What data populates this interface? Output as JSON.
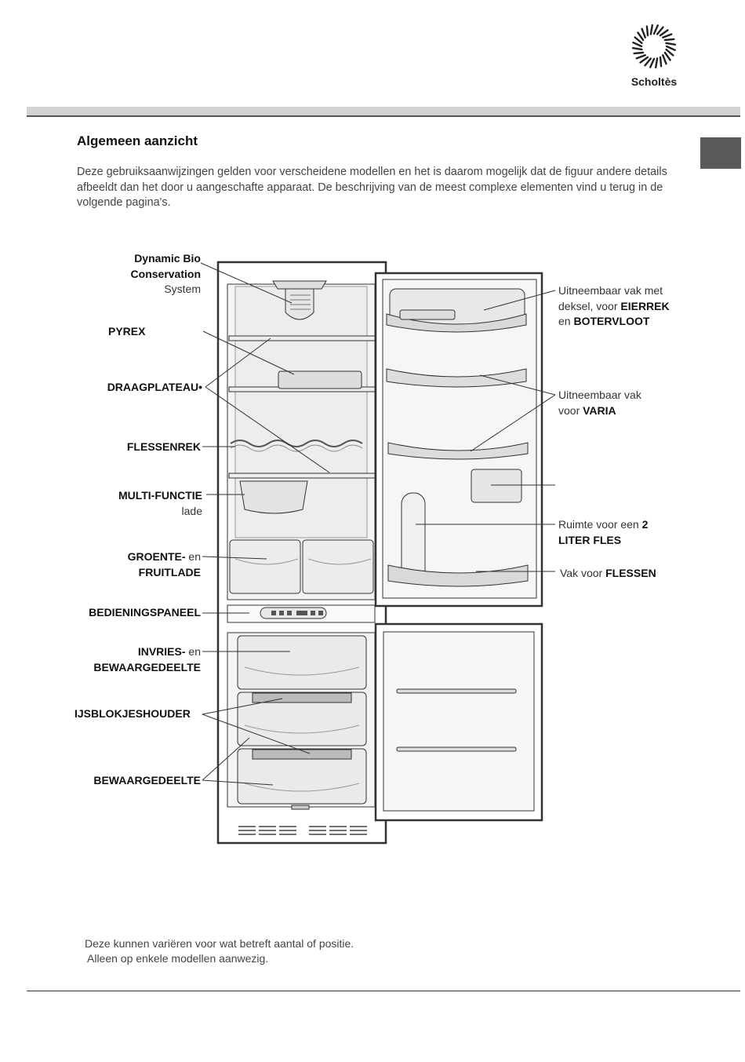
{
  "brand": {
    "name": "Scholtès"
  },
  "section": {
    "title": "Algemeen aanzicht",
    "intro": "Deze gebruiksaanwijzingen gelden voor verscheidene modellen en het is daarom mogelijk dat de figuur andere details afbeeldt dan het door u aangeschafte apparaat. De beschrijving van de meest complexe elementen vind u terug in de volgende pagina's."
  },
  "labels": {
    "dynamic_bio_1": "Dynamic Bio",
    "dynamic_bio_2": "Conservation",
    "dynamic_bio_3": "System",
    "pyrex": "PYREX",
    "draagplateau": "DRAAGPLATEAU•",
    "flessenrek": "FLESSENREK",
    "multifunctie_1": "MULTI-FUNCTIE",
    "multifunctie_2": "lade",
    "groente_1a": "GROENTE-",
    "groente_1b": " en",
    "groente_2": "FRUITLADE",
    "bedieningspaneel": "BEDIENINGSPANEEL",
    "invries_1a": "INVRIES-",
    "invries_1b": " en",
    "invries_2": "BEWAARGEDEELTE",
    "ijsblokjes": "IJSBLOKJESHOUDER",
    "bewaargedeelte": "BEWAARGEDEELTE",
    "eierrek_1": "Uitneembaar vak met",
    "eierrek_2a": "deksel, voor ",
    "eierrek_2b": "EIERREK",
    "eierrek_3a": "en ",
    "eierrek_3b": "BOTERVLOOT",
    "varia_1": "Uitneembaar vak",
    "varia_2a": "voor ",
    "varia_2b": "VARIA",
    "fles2_1a": "Ruimte voor een ",
    "fles2_1b": "2",
    "fles2_2": "LITER FLES",
    "flessen_a": "Vak voor ",
    "flessen_b": "FLESSEN"
  },
  "footnotes": {
    "line1": "Deze kunnen variëren voor wat betreft aantal of positie.",
    "line2": "Alleen op enkele modellen aanwezig."
  }
}
